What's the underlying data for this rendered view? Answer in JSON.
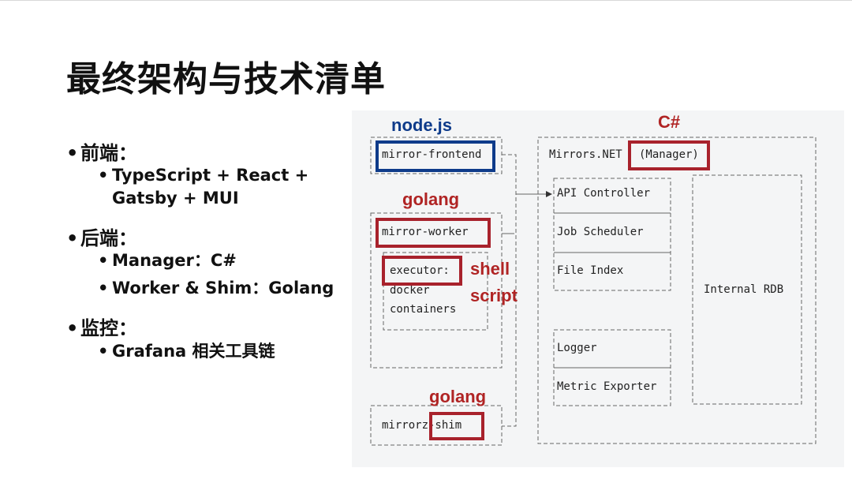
{
  "slide": {
    "title": "最终架构与技术清单",
    "bullets": [
      {
        "label": "前端：",
        "subs": [
          "TypeScript + React +",
          "Gatsby + MUI"
        ]
      },
      {
        "label": "后端：",
        "subs": [
          "Manager：C#",
          "Worker & Shim：Golang"
        ]
      },
      {
        "label": "监控：",
        "subs": [
          "Grafana 相关工具链"
        ]
      }
    ],
    "bullet_glyph": "•"
  },
  "diagram": {
    "tags": {
      "nodejs": "node.js",
      "csharp": "C#",
      "golang_worker": "golang",
      "golang_shim": "golang",
      "shell": "shell",
      "script": "script"
    },
    "left": {
      "frontend": "mirror-frontend",
      "worker": "mirror-worker",
      "executor": "executor:",
      "docker": "docker",
      "containers": "containers",
      "shim": "mirrorz-shim"
    },
    "right": {
      "mirrors": "Mirrors.NET",
      "manager": "(Manager)",
      "api": "API Controller",
      "job": "Job Scheduler",
      "file": "File Index",
      "logger": "Logger",
      "metric": "Metric Exporter",
      "rdb": "Internal RDB"
    },
    "colors": {
      "blue": "#0e3b8a",
      "red": "#a8222c",
      "line": "#555555",
      "bg": "#f4f5f6"
    }
  }
}
